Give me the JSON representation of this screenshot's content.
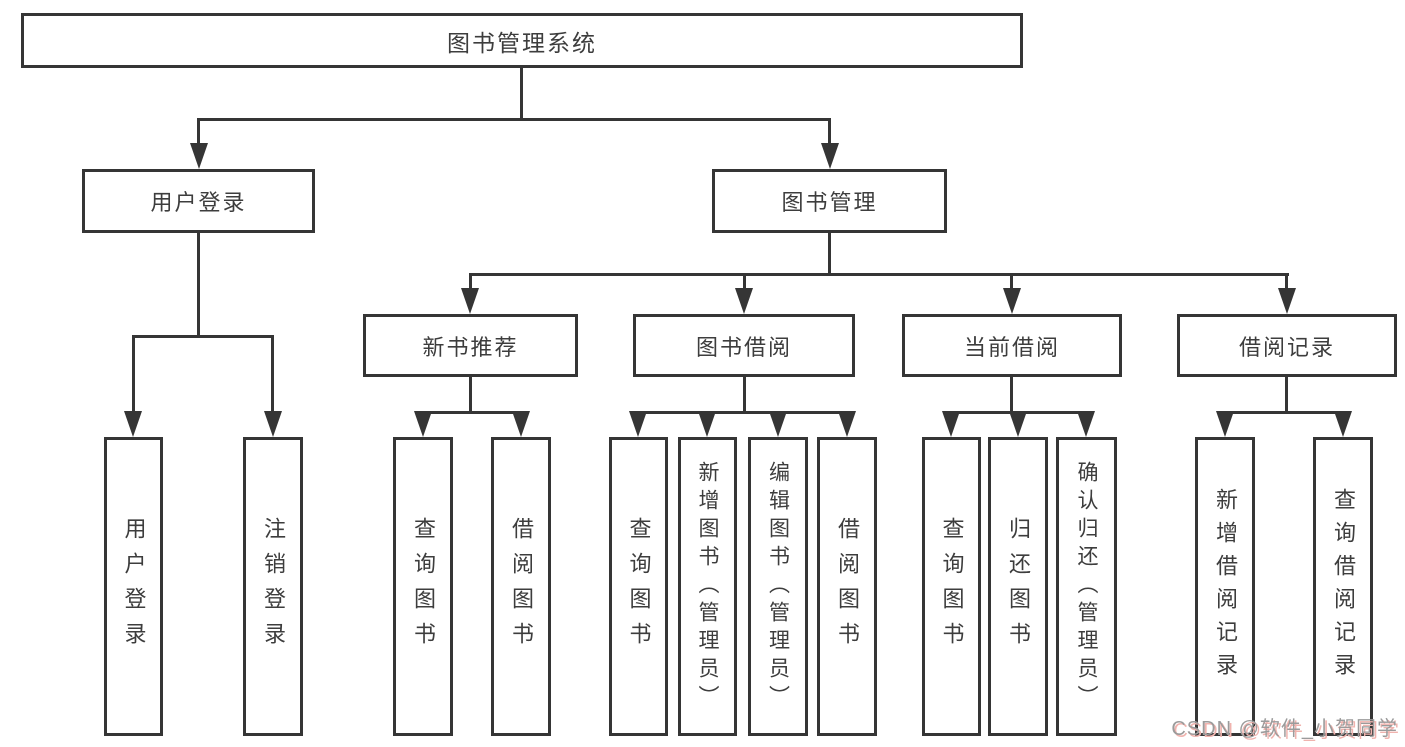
{
  "nodes": {
    "root": "图书管理系统",
    "user_login": "用户登录",
    "book_mgmt": "图书管理",
    "new_book_rec": "新书推荐",
    "book_borrow": "图书借阅",
    "current_borrow": "当前借阅",
    "borrow_record": "借阅记录",
    "leaf_user_login": "用户登录",
    "leaf_logout_login": "注销登录",
    "leaf_query_book_rec": "查询图书",
    "leaf_borrow_book_rec": "借阅图书",
    "leaf_query_book_borrow": "查询图书",
    "leaf_add_book_admin": "新增图书（管理员）",
    "leaf_edit_book_admin": "编辑图书（管理员）",
    "leaf_borrow_book_borrow": "借阅图书",
    "leaf_query_book_current": "查询图书",
    "leaf_return_book": "归还图书",
    "leaf_confirm_return_admin": "确认归还（管理员）",
    "leaf_add_borrow_record": "新增借阅记录",
    "leaf_query_borrow_record": "查询借阅记录"
  },
  "watermark": "CSDN @软件_小贺同学",
  "colors": {
    "line": "#353535",
    "text": "#3d3d3d",
    "background": "#ffffff",
    "watermark": "#9b9b9b",
    "watermark_shadow": "#f0b3ae"
  }
}
